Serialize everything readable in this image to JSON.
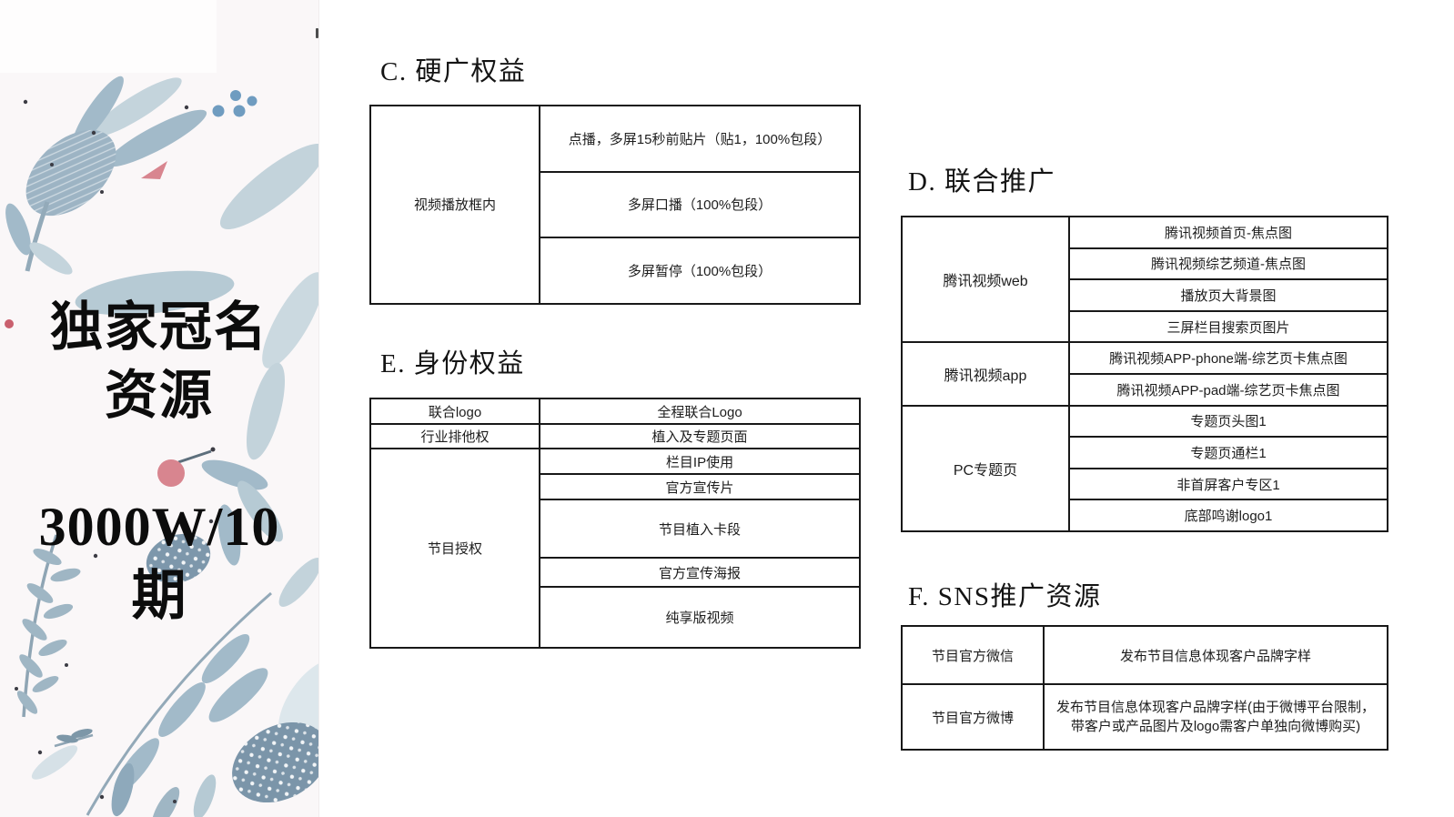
{
  "colors": {
    "leaf-main": "#a2bac9",
    "leaf-light": "#c4d4dc",
    "leaf-pale": "#dde7ec",
    "bud-dark": "#7d97ab",
    "berry-pink": "#d8858f",
    "accent-red": "#c9606e",
    "dot-blue": "#6f9cc0",
    "speckle": "#3c3c44",
    "panel-bg": "#faf7f8",
    "border": "#1a1a1a",
    "text": "#222222"
  },
  "left_panel": {
    "title_line1": "独家冠名",
    "title_line2": "资源",
    "price_line1": "3000W/10",
    "price_line2": "期"
  },
  "sections": {
    "c": {
      "title": "C. 硬广权益",
      "category": "视频播放框内",
      "items": [
        "点播，多屏15秒前贴片（贴1，100%包段）",
        "多屏口播（100%包段）",
        "多屏暂停（100%包段）"
      ]
    },
    "e": {
      "title": "E. 身份权益",
      "rows": [
        {
          "label": "联合logo",
          "value": "全程联合Logo"
        },
        {
          "label": "行业排他权",
          "value": "植入及专题页面"
        }
      ],
      "group": {
        "label": "节目授权",
        "items": [
          "栏目IP使用",
          "官方宣传片",
          "节目植入卡段",
          "官方宣传海报",
          "纯享版视频"
        ]
      }
    },
    "d": {
      "title": "D. 联合推广",
      "groups": [
        {
          "label": "腾讯视频web",
          "items": [
            "腾讯视频首页-焦点图",
            "腾讯视频综艺频道-焦点图",
            "播放页大背景图",
            "三屏栏目搜索页图片"
          ]
        },
        {
          "label": "腾讯视频app",
          "items": [
            "腾讯视频APP-phone端-综艺页卡焦点图",
            "腾讯视频APP-pad端-综艺页卡焦点图"
          ]
        },
        {
          "label": "PC专题页",
          "items": [
            "专题页头图1",
            "专题页通栏1",
            "非首屏客户专区1",
            "底部鸣谢logo1"
          ]
        }
      ]
    },
    "f": {
      "title": "F. SNS推广资源",
      "rows": [
        {
          "label": "节目官方微信",
          "value": "发布节目信息体现客户品牌字样"
        },
        {
          "label": "节目官方微博",
          "value": "发布节目信息体现客户品牌字样(由于微博平台限制，带客户或产品图片及logo需客户单独向微博购买)"
        }
      ]
    }
  }
}
